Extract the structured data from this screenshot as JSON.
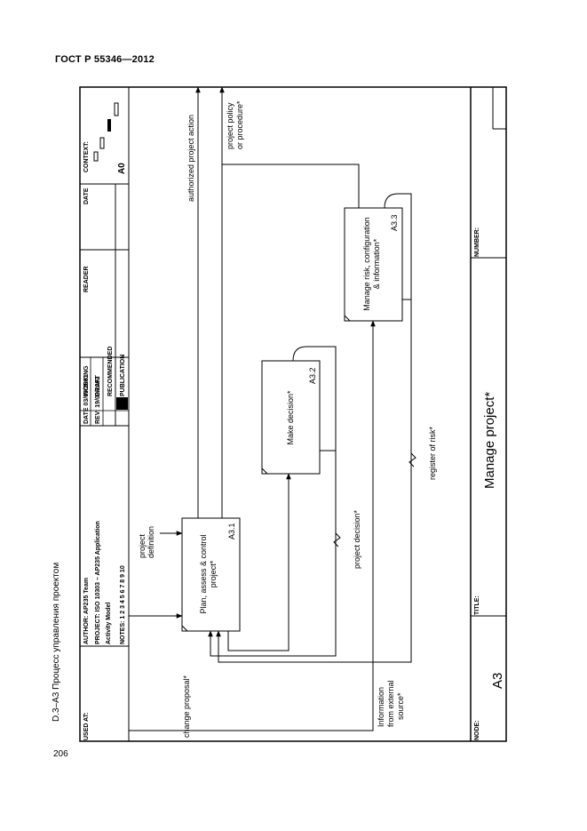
{
  "page": {
    "header": "ГОСТ Р 55346—2012",
    "side_caption": "D.3–A3  Процесс управления проектом",
    "page_number": "206"
  },
  "frame": {
    "used_at": "USED AT:",
    "author": "AUTHOR:  AP235 Team",
    "project": "PROJECT:  ISO 10303 – AP235 Application",
    "activity_model": "Activity Model",
    "notes": "NOTES:  1  2  3  4  5  6  7  8  9  10",
    "date": "DATE 03/09/2001",
    "rev": "REV:  19/03/2002",
    "working": "WORKING",
    "draft": "DRAFT",
    "recommended": "RECOMMENDED",
    "publication": "PUBLICATION",
    "reader": "READER",
    "date2": "DATE",
    "context": "CONTEXT:",
    "context_node": "A0",
    "node_label": "NODE:",
    "node_value": "A3",
    "title_label": "TITLE:",
    "title_value": "Manage project*",
    "number_label": "NUMBER:"
  },
  "boxes": [
    {
      "name": "Plan, assess & control project*",
      "lines": [
        "Plan, assess & control",
        "project*"
      ],
      "id": "A3.1"
    },
    {
      "name": "Make decision*",
      "lines": [
        "Make decision*"
      ],
      "id": "A3.2"
    },
    {
      "name": "Manage risk, configuration & information*",
      "lines": [
        "Manage risk, configuration",
        "& information*"
      ],
      "id": "A3.3"
    }
  ],
  "arrow_labels": {
    "change_proposal": "change proposal*",
    "project_definition": [
      "project",
      "definition"
    ],
    "information_external": [
      "Information",
      "from external",
      "source*"
    ],
    "project_decision": "project decision*",
    "register_of_risk": "register of risk*",
    "authorized_action": "authorized project action",
    "policy": [
      "project policy",
      "or procedure*"
    ]
  }
}
